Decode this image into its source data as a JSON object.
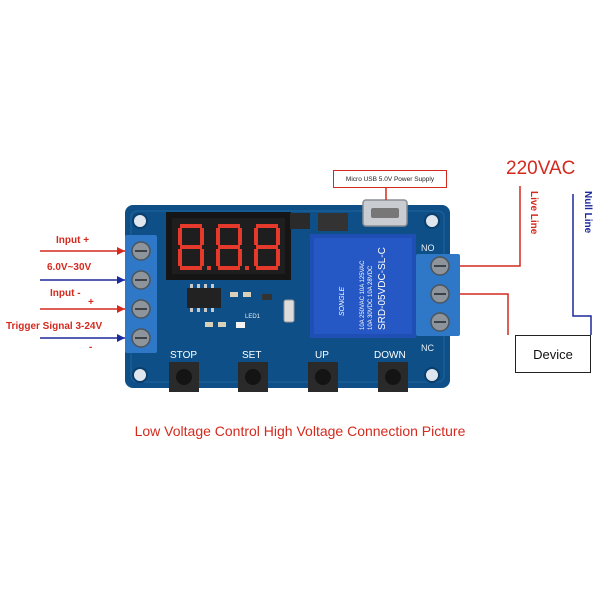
{
  "labels": {
    "input_plus": "Input +",
    "voltage_range": "6.0V~30V",
    "input_minus": "Input -",
    "plus_sign": "+",
    "trigger_signal": "Trigger Signal 3-24V",
    "minus_sign": "-",
    "usb_supply": "Micro USB 5.0V Power Supply",
    "voltage_220": "220VAC",
    "live_line": "Live Line",
    "null_line": "Null Line",
    "device": "Device",
    "caption": "Low Voltage Control High Voltage Connection Picture"
  },
  "board": {
    "display_digits": "8.8.8",
    "buttons": [
      "STOP",
      "SET",
      "UP",
      "DOWN"
    ],
    "relay_brand": "SONGLE",
    "relay_model": "SRD-05VDC-SL-C",
    "relay_rating_1": "10A 250VAC 10A 125VAC",
    "relay_rating_2": "10A 30VDC 10A 28VDC",
    "silk_led": "LED1",
    "silk_nc": "NC",
    "silk_no": "NO"
  },
  "colors": {
    "board": "#0d4f86",
    "wire_red": "#d42a1e",
    "wire_blue": "#1b2a9a",
    "terminal": "#2e78c7"
  }
}
